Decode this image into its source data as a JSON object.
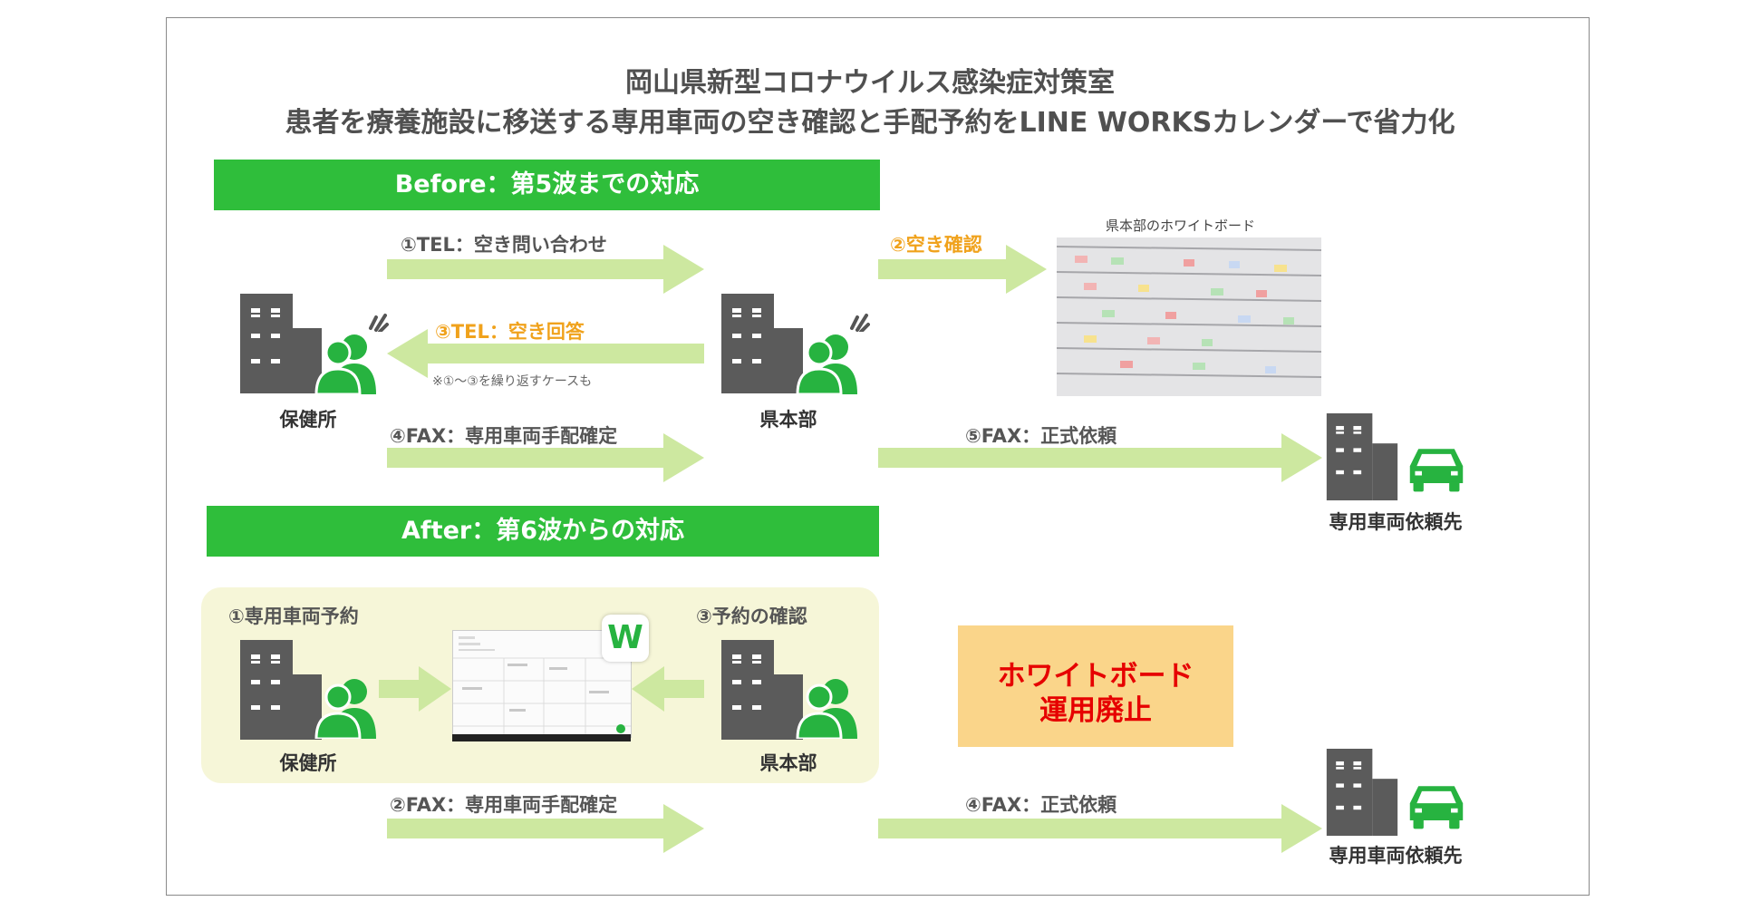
{
  "title": {
    "line1": "岡山県新型コロナウイルス感染症対策室",
    "line2": "患者を療養施設に移送する専用車両の空き確認と手配予約をLINE WORKSカレンダーで省力化"
  },
  "before": {
    "header": "Before：第5波までの対応",
    "step1": "①TEL：空き問い合わせ",
    "step2": "②空き確認",
    "step3": "③TEL：空き回答",
    "note": "※①～③を繰り返すケースも",
    "step4": "④FAX：専用車両手配確定",
    "step5": "⑤FAX：正式依頼",
    "whiteboard_caption": "県本部のホワイトボード",
    "health_center": "保健所",
    "hq": "県本部",
    "vehicle_vendor": "専用車両依頼先"
  },
  "after": {
    "header": "After：第6波からの対応",
    "step1": "①専用車両予約",
    "step3": "③予約の確認",
    "step2": "②FAX：専用車両手配確定",
    "step4": "④FAX：正式依頼",
    "health_center": "保健所",
    "hq": "県本部",
    "vehicle_vendor": "専用車両依頼先",
    "abolished_line1": "ホワイトボード",
    "abolished_line2": "運用廃止",
    "app_letter": "W"
  },
  "colors": {
    "section_green": "#2fbe3b",
    "arrow_green": "#cde8a0",
    "panel_bg": "#f6f6d8",
    "orange_text": "#f0a21c",
    "red_text": "#e60000",
    "orange_box": "#fad58a",
    "building_gray": "#5b5b5b",
    "person_green": "#27b340"
  },
  "icons": [
    "building-icon",
    "person-icon",
    "speech-mark-icon",
    "car-icon",
    "line-works-icon"
  ]
}
